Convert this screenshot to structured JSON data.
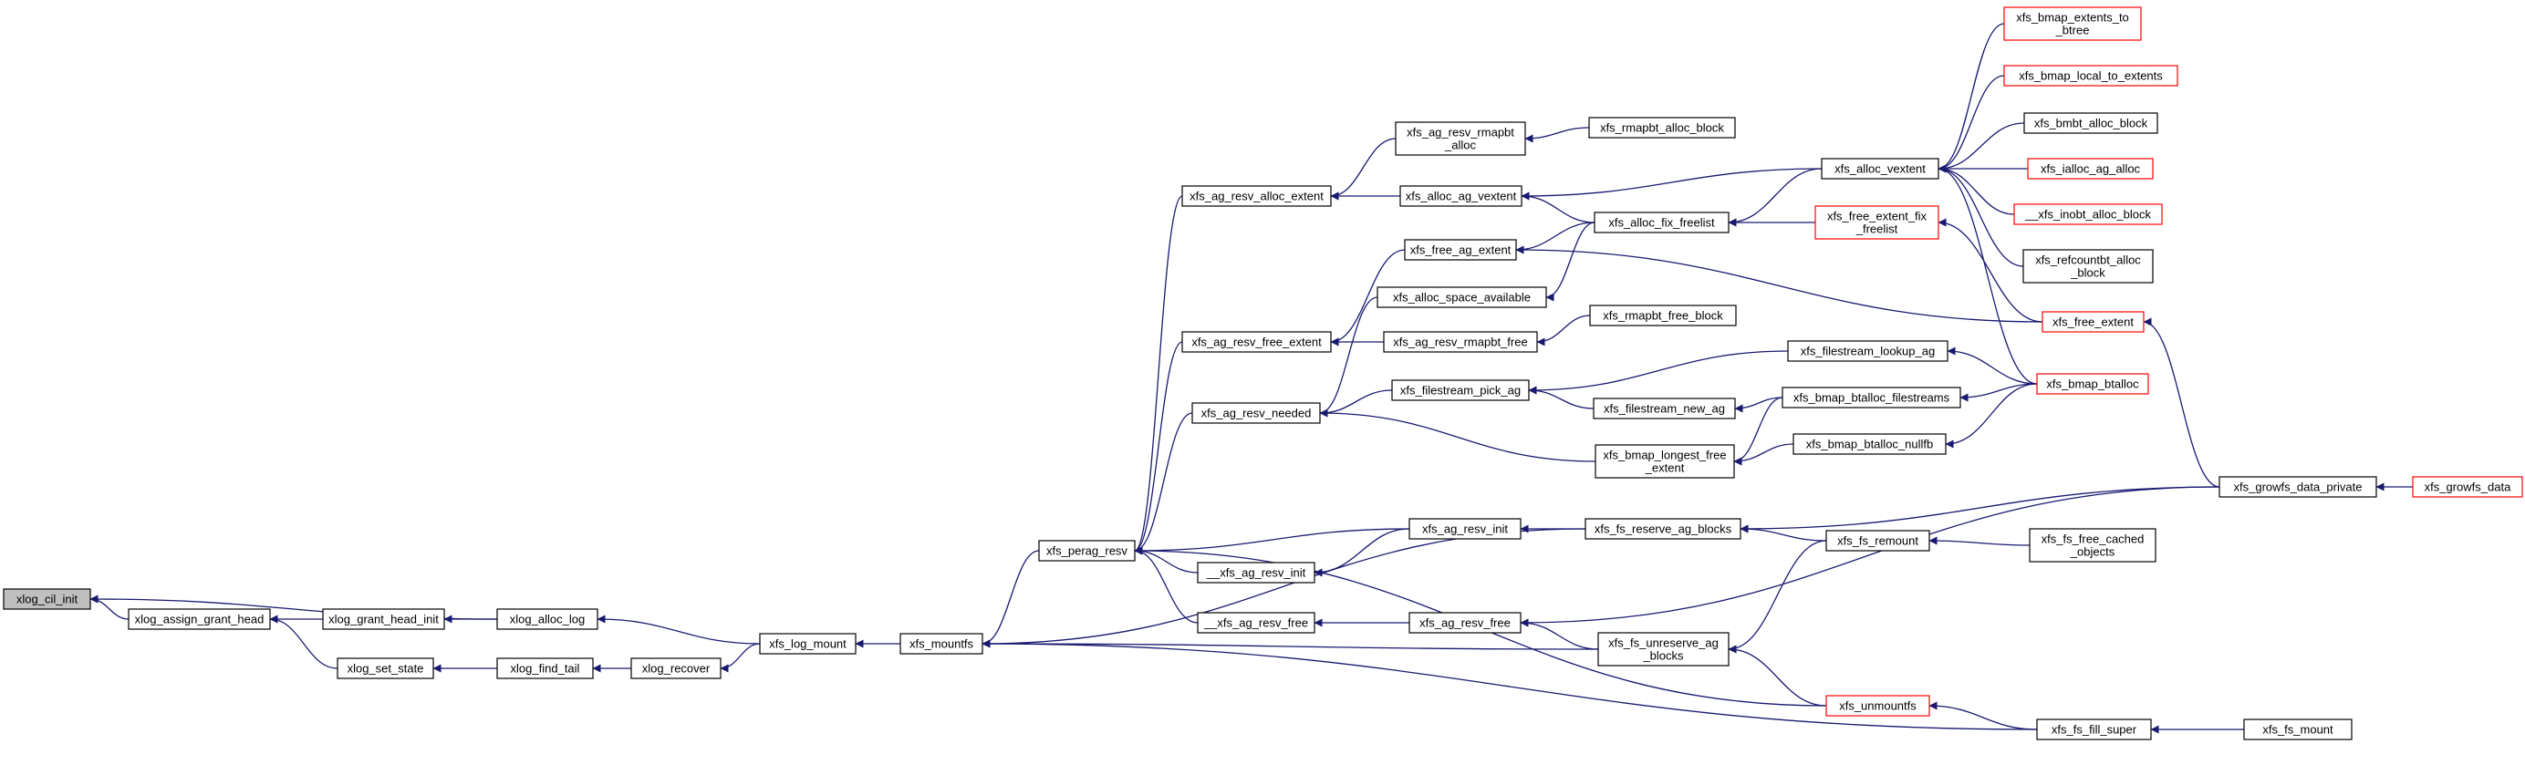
{
  "colors": {
    "edge": "#191970",
    "root_fill": "#bfbfbf",
    "red_border": "#ff0000",
    "default_border": "#000000"
  },
  "nodes": [
    {
      "id": "xlog_cil_init",
      "lines": [
        "xlog_cil_init"
      ],
      "style": "root"
    },
    {
      "id": "xlog_assign_grant_head",
      "lines": [
        "xlog_assign_grant_head"
      ],
      "style": "normal"
    },
    {
      "id": "xlog_grant_head_init",
      "lines": [
        "xlog_grant_head_init"
      ],
      "style": "normal"
    },
    {
      "id": "xlog_set_state",
      "lines": [
        "xlog_set_state"
      ],
      "style": "normal"
    },
    {
      "id": "xlog_alloc_log",
      "lines": [
        "xlog_alloc_log"
      ],
      "style": "normal"
    },
    {
      "id": "xlog_find_tail",
      "lines": [
        "xlog_find_tail"
      ],
      "style": "normal"
    },
    {
      "id": "xlog_recover",
      "lines": [
        "xlog_recover"
      ],
      "style": "normal"
    },
    {
      "id": "xfs_log_mount",
      "lines": [
        "xfs_log_mount"
      ],
      "style": "normal"
    },
    {
      "id": "xfs_mountfs",
      "lines": [
        "xfs_mountfs"
      ],
      "style": "normal"
    },
    {
      "id": "xfs_perag_resv",
      "lines": [
        "xfs_perag_resv"
      ],
      "style": "normal"
    },
    {
      "id": "xfs_ag_resv_alloc_extent",
      "lines": [
        "xfs_ag_resv_alloc_extent"
      ],
      "style": "normal"
    },
    {
      "id": "xfs_ag_resv_free_extent",
      "lines": [
        "xfs_ag_resv_free_extent"
      ],
      "style": "normal"
    },
    {
      "id": "xfs_ag_resv_needed",
      "lines": [
        "xfs_ag_resv_needed"
      ],
      "style": "normal"
    },
    {
      "id": "__xfs_ag_resv_init",
      "lines": [
        "__xfs_ag_resv_init"
      ],
      "style": "normal"
    },
    {
      "id": "__xfs_ag_resv_free",
      "lines": [
        "__xfs_ag_resv_free"
      ],
      "style": "normal"
    },
    {
      "id": "xfs_ag_resv_rmapbt_alloc",
      "lines": [
        "xfs_ag_resv_rmapbt",
        "_alloc"
      ],
      "style": "normal"
    },
    {
      "id": "xfs_alloc_ag_vextent",
      "lines": [
        "xfs_alloc_ag_vextent"
      ],
      "style": "normal"
    },
    {
      "id": "xfs_free_ag_extent",
      "lines": [
        "xfs_free_ag_extent"
      ],
      "style": "normal"
    },
    {
      "id": "xfs_alloc_space_available",
      "lines": [
        "xfs_alloc_space_available"
      ],
      "style": "normal"
    },
    {
      "id": "xfs_ag_resv_rmapbt_free",
      "lines": [
        "xfs_ag_resv_rmapbt_free"
      ],
      "style": "normal"
    },
    {
      "id": "xfs_filestream_pick_ag",
      "lines": [
        "xfs_filestream_pick_ag"
      ],
      "style": "normal"
    },
    {
      "id": "xfs_ag_resv_init",
      "lines": [
        "xfs_ag_resv_init"
      ],
      "style": "normal"
    },
    {
      "id": "xfs_ag_resv_free",
      "lines": [
        "xfs_ag_resv_free"
      ],
      "style": "normal"
    },
    {
      "id": "xfs_rmapbt_alloc_block",
      "lines": [
        "xfs_rmapbt_alloc_block"
      ],
      "style": "normal"
    },
    {
      "id": "xfs_alloc_fix_freelist",
      "lines": [
        "xfs_alloc_fix_freelist"
      ],
      "style": "normal"
    },
    {
      "id": "xfs_rmapbt_free_block",
      "lines": [
        "xfs_rmapbt_free_block"
      ],
      "style": "normal"
    },
    {
      "id": "xfs_filestream_lookup_ag",
      "lines": [
        "xfs_filestream_lookup_ag"
      ],
      "style": "normal"
    },
    {
      "id": "xfs_filestream_new_ag",
      "lines": [
        "xfs_filestream_new_ag"
      ],
      "style": "normal"
    },
    {
      "id": "xfs_bmap_longest_free_extent",
      "lines": [
        "xfs_bmap_longest_free",
        "_extent"
      ],
      "style": "normal"
    },
    {
      "id": "xfs_fs_reserve_ag_blocks",
      "lines": [
        "xfs_fs_reserve_ag_blocks"
      ],
      "style": "normal"
    },
    {
      "id": "xfs_fs_unreserve_ag_blocks",
      "lines": [
        "xfs_fs_unreserve_ag",
        "_blocks"
      ],
      "style": "normal"
    },
    {
      "id": "xfs_alloc_vextent",
      "lines": [
        "xfs_alloc_vextent"
      ],
      "style": "normal"
    },
    {
      "id": "xfs_free_extent_fix_freelist",
      "lines": [
        "xfs_free_extent_fix",
        "_freelist"
      ],
      "style": "red"
    },
    {
      "id": "xfs_bmap_btalloc_filestreams",
      "lines": [
        "xfs_bmap_btalloc_filestreams"
      ],
      "style": "normal"
    },
    {
      "id": "xfs_bmap_btalloc_nullfb",
      "lines": [
        "xfs_bmap_btalloc_nullfb"
      ],
      "style": "normal"
    },
    {
      "id": "xfs_fs_remount",
      "lines": [
        "xfs_fs_remount"
      ],
      "style": "normal"
    },
    {
      "id": "xfs_unmountfs",
      "lines": [
        "xfs_unmountfs"
      ],
      "style": "red"
    },
    {
      "id": "xfs_bmap_extents_to_btree",
      "lines": [
        "xfs_bmap_extents_to",
        "_btree"
      ],
      "style": "red"
    },
    {
      "id": "xfs_bmap_local_to_extents",
      "lines": [
        "xfs_bmap_local_to_extents"
      ],
      "style": "red"
    },
    {
      "id": "xfs_bmbt_alloc_block",
      "lines": [
        "xfs_bmbt_alloc_block"
      ],
      "style": "normal"
    },
    {
      "id": "xfs_ialloc_ag_alloc",
      "lines": [
        "xfs_ialloc_ag_alloc"
      ],
      "style": "red"
    },
    {
      "id": "__xfs_inobt_alloc_block",
      "lines": [
        "__xfs_inobt_alloc_block"
      ],
      "style": "red"
    },
    {
      "id": "xfs_refcountbt_alloc_block",
      "lines": [
        "xfs_refcountbt_alloc",
        "_block"
      ],
      "style": "normal"
    },
    {
      "id": "xfs_free_extent",
      "lines": [
        "xfs_free_extent"
      ],
      "style": "red"
    },
    {
      "id": "xfs_bmap_btalloc",
      "lines": [
        "xfs_bmap_btalloc"
      ],
      "style": "red"
    },
    {
      "id": "xfs_fs_free_cached_objects",
      "lines": [
        "xfs_fs_free_cached",
        "_objects"
      ],
      "style": "normal"
    },
    {
      "id": "xfs_fs_fill_super",
      "lines": [
        "xfs_fs_fill_super"
      ],
      "style": "normal"
    },
    {
      "id": "xfs_growfs_data_private",
      "lines": [
        "xfs_growfs_data_private"
      ],
      "style": "normal"
    },
    {
      "id": "xfs_growfs_data",
      "lines": [
        "xfs_growfs_data"
      ],
      "style": "red"
    },
    {
      "id": "xfs_fs_mount",
      "lines": [
        "xfs_fs_mount"
      ],
      "style": "normal"
    }
  ],
  "edges": [
    [
      "xlog_assign_grant_head",
      "xlog_cil_init"
    ],
    [
      "xlog_alloc_log",
      "xlog_cil_init"
    ],
    [
      "xlog_grant_head_init",
      "xlog_assign_grant_head"
    ],
    [
      "xlog_set_state",
      "xlog_assign_grant_head"
    ],
    [
      "xlog_alloc_log",
      "xlog_grant_head_init"
    ],
    [
      "xlog_find_tail",
      "xlog_set_state"
    ],
    [
      "xfs_log_mount",
      "xlog_alloc_log"
    ],
    [
      "xlog_recover",
      "xlog_find_tail"
    ],
    [
      "xfs_log_mount",
      "xlog_recover"
    ],
    [
      "xfs_mountfs",
      "xfs_log_mount"
    ],
    [
      "xfs_perag_resv",
      "xfs_mountfs"
    ],
    [
      "xfs_ag_resv_alloc_extent",
      "xfs_perag_resv"
    ],
    [
      "xfs_ag_resv_free_extent",
      "xfs_perag_resv"
    ],
    [
      "xfs_ag_resv_needed",
      "xfs_perag_resv"
    ],
    [
      "__xfs_ag_resv_init",
      "xfs_perag_resv"
    ],
    [
      "__xfs_ag_resv_free",
      "xfs_perag_resv"
    ],
    [
      "xfs_ag_resv_init",
      "xfs_perag_resv"
    ],
    [
      "xfs_unmountfs",
      "xfs_perag_resv"
    ],
    [
      "xfs_fs_reserve_ag_blocks",
      "xfs_mountfs"
    ],
    [
      "xfs_fs_fill_super",
      "xfs_mountfs"
    ],
    [
      "xfs_fs_unreserve_ag_blocks",
      "xfs_mountfs"
    ],
    [
      "xfs_ag_resv_rmapbt_alloc",
      "xfs_ag_resv_alloc_extent"
    ],
    [
      "xfs_alloc_ag_vextent",
      "xfs_ag_resv_alloc_extent"
    ],
    [
      "xfs_free_ag_extent",
      "xfs_ag_resv_free_extent"
    ],
    [
      "xfs_ag_resv_rmapbt_free",
      "xfs_ag_resv_free_extent"
    ],
    [
      "xfs_alloc_space_available",
      "xfs_ag_resv_needed"
    ],
    [
      "xfs_filestream_pick_ag",
      "xfs_ag_resv_needed"
    ],
    [
      "xfs_bmap_longest_free_extent",
      "xfs_ag_resv_needed"
    ],
    [
      "xfs_ag_resv_init",
      "__xfs_ag_resv_init"
    ],
    [
      "xfs_ag_resv_free",
      "__xfs_ag_resv_free"
    ],
    [
      "xfs_rmapbt_alloc_block",
      "xfs_ag_resv_rmapbt_alloc"
    ],
    [
      "xfs_alloc_vextent",
      "xfs_alloc_ag_vextent"
    ],
    [
      "xfs_alloc_fix_freelist",
      "xfs_alloc_ag_vextent"
    ],
    [
      "xfs_alloc_fix_freelist",
      "xfs_free_ag_extent"
    ],
    [
      "xfs_free_extent",
      "xfs_free_ag_extent"
    ],
    [
      "xfs_alloc_fix_freelist",
      "xfs_alloc_space_available"
    ],
    [
      "xfs_rmapbt_free_block",
      "xfs_ag_resv_rmapbt_free"
    ],
    [
      "xfs_filestream_lookup_ag",
      "xfs_filestream_pick_ag"
    ],
    [
      "xfs_filestream_new_ag",
      "xfs_filestream_pick_ag"
    ],
    [
      "xfs_bmap_btalloc_filestreams",
      "xfs_bmap_longest_free_extent"
    ],
    [
      "xfs_bmap_btalloc_nullfb",
      "xfs_bmap_longest_free_extent"
    ],
    [
      "xfs_fs_reserve_ag_blocks",
      "xfs_ag_resv_init"
    ],
    [
      "xfs_fs_unreserve_ag_blocks",
      "xfs_ag_resv_free"
    ],
    [
      "xfs_growfs_data_private",
      "xfs_ag_resv_free"
    ],
    [
      "xfs_alloc_vextent",
      "xfs_alloc_fix_freelist"
    ],
    [
      "xfs_free_extent_fix_freelist",
      "xfs_alloc_fix_freelist"
    ],
    [
      "xfs_bmap_btalloc",
      "xfs_filestream_lookup_ag"
    ],
    [
      "xfs_bmap_btalloc_filestreams",
      "xfs_filestream_new_ag"
    ],
    [
      "xfs_fs_remount",
      "xfs_fs_reserve_ag_blocks"
    ],
    [
      "xfs_growfs_data_private",
      "xfs_fs_reserve_ag_blocks"
    ],
    [
      "xfs_fs_remount",
      "xfs_fs_unreserve_ag_blocks"
    ],
    [
      "xfs_unmountfs",
      "xfs_fs_unreserve_ag_blocks"
    ],
    [
      "xfs_bmap_extents_to_btree",
      "xfs_alloc_vextent"
    ],
    [
      "xfs_bmap_local_to_extents",
      "xfs_alloc_vextent"
    ],
    [
      "xfs_bmbt_alloc_block",
      "xfs_alloc_vextent"
    ],
    [
      "xfs_ialloc_ag_alloc",
      "xfs_alloc_vextent"
    ],
    [
      "__xfs_inobt_alloc_block",
      "xfs_alloc_vextent"
    ],
    [
      "xfs_refcountbt_alloc_block",
      "xfs_alloc_vextent"
    ],
    [
      "xfs_bmap_btalloc",
      "xfs_alloc_vextent"
    ],
    [
      "xfs_free_extent",
      "xfs_free_extent_fix_freelist"
    ],
    [
      "xfs_bmap_btalloc",
      "xfs_bmap_btalloc_filestreams"
    ],
    [
      "xfs_bmap_btalloc",
      "xfs_bmap_btalloc_nullfb"
    ],
    [
      "xfs_fs_free_cached_objects",
      "xfs_fs_remount"
    ],
    [
      "xfs_fs_fill_super",
      "xfs_unmountfs"
    ],
    [
      "xfs_growfs_data_private",
      "xfs_free_extent"
    ],
    [
      "xfs_growfs_data",
      "xfs_growfs_data_private"
    ],
    [
      "xfs_fs_mount",
      "xfs_fs_fill_super"
    ]
  ]
}
